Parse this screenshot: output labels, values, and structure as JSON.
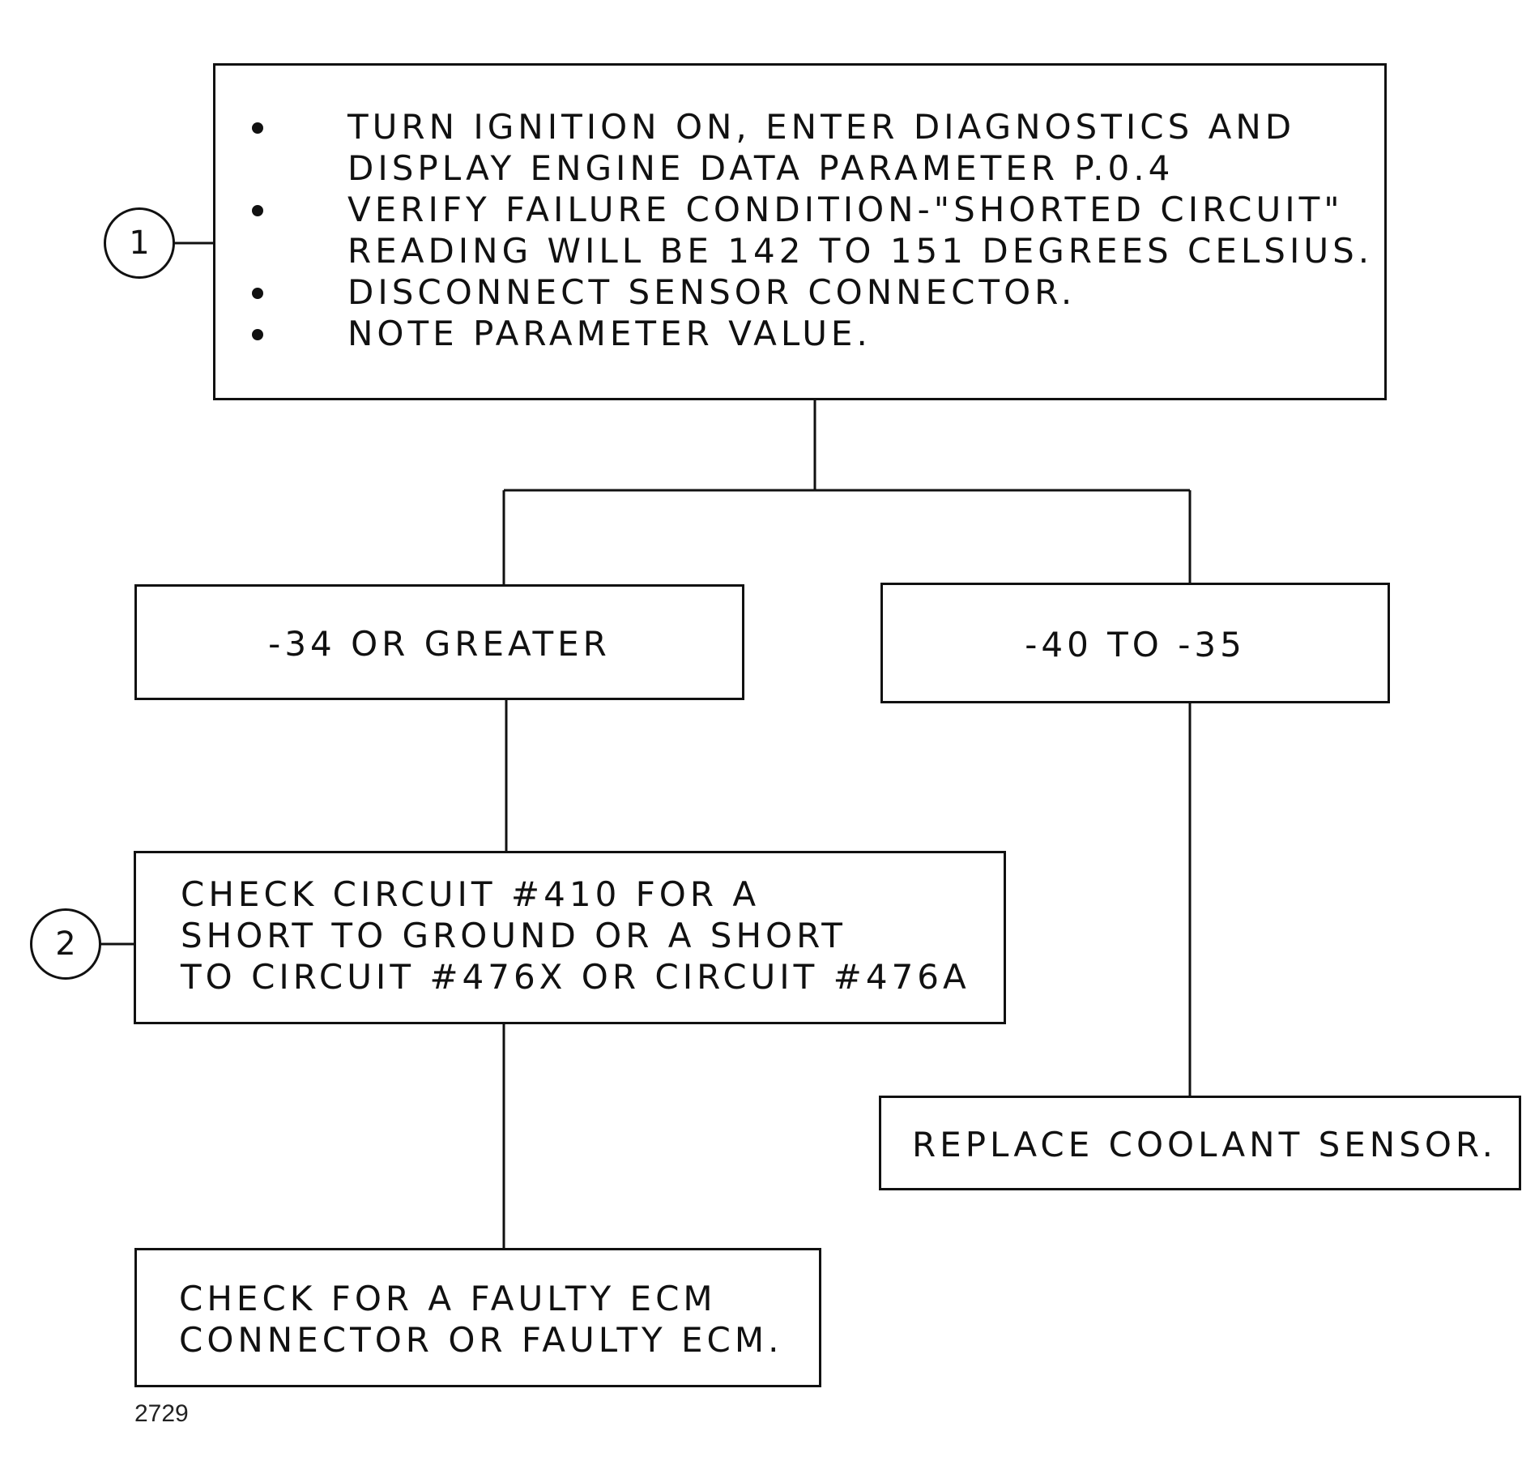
{
  "figure_number": "2729",
  "steps": {
    "step1": {
      "number": "1",
      "bullets": [
        "TURN IGNITION ON, ENTER DIAGNOSTICS AND\nDISPLAY ENGINE DATA PARAMETER P.0.4",
        "VERIFY FAILURE CONDITION-\"SHORTED CIRCUIT\"\nREADING WILL BE 142 TO 151 DEGREES CELSIUS.",
        "DISCONNECT SENSOR CONNECTOR.",
        "NOTE PARAMETER VALUE."
      ]
    },
    "step2": {
      "number": "2",
      "text": "CHECK CIRCUIT #410 FOR A\nSHORT TO GROUND OR A SHORT\nTO CIRCUIT #476X OR CIRCUIT #476A"
    }
  },
  "branches": {
    "left": "-34 OR GREATER",
    "right": "-40 TO -35"
  },
  "results": {
    "replace_sensor": "REPLACE COOLANT SENSOR.",
    "faulty_ecm": "CHECK FOR A FAULTY ECM\nCONNECTOR OR FAULTY ECM."
  }
}
